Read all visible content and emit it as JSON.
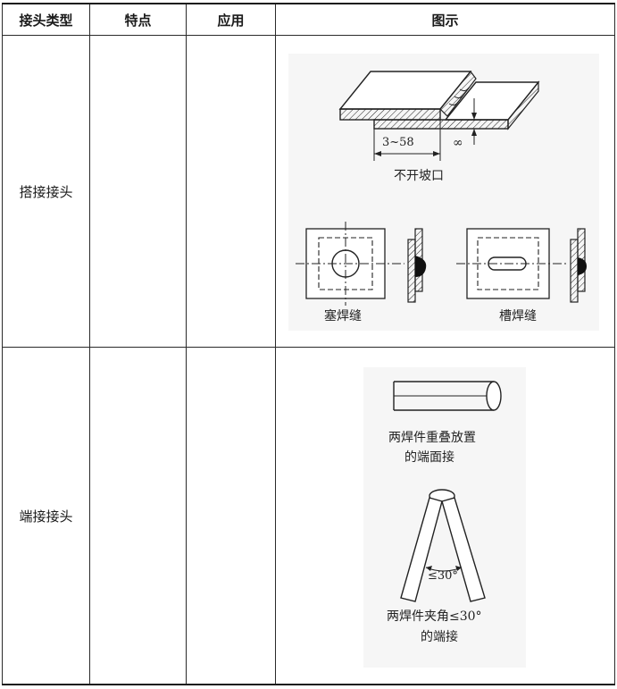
{
  "table": {
    "headers": {
      "type": "接头类型",
      "feature": "特点",
      "application": "应用",
      "diagram": "图示"
    },
    "rows": [
      {
        "type": "搭接接头",
        "feature": "",
        "application": "",
        "diagram": {
          "dimension": "3~58",
          "symbol": "∞",
          "caption_main": "不开坡口",
          "caption_plug": "塞焊缝",
          "caption_slot": "槽焊缝"
        }
      },
      {
        "type": "端接接头",
        "feature": "",
        "application": "",
        "diagram": {
          "caption_stacked_1": "两焊件重叠放置",
          "caption_stacked_2": "的端面接",
          "angle_label": "≤30°",
          "caption_angled_1": "两焊件夹角≤30°",
          "caption_angled_2": "的端接"
        }
      }
    ]
  }
}
